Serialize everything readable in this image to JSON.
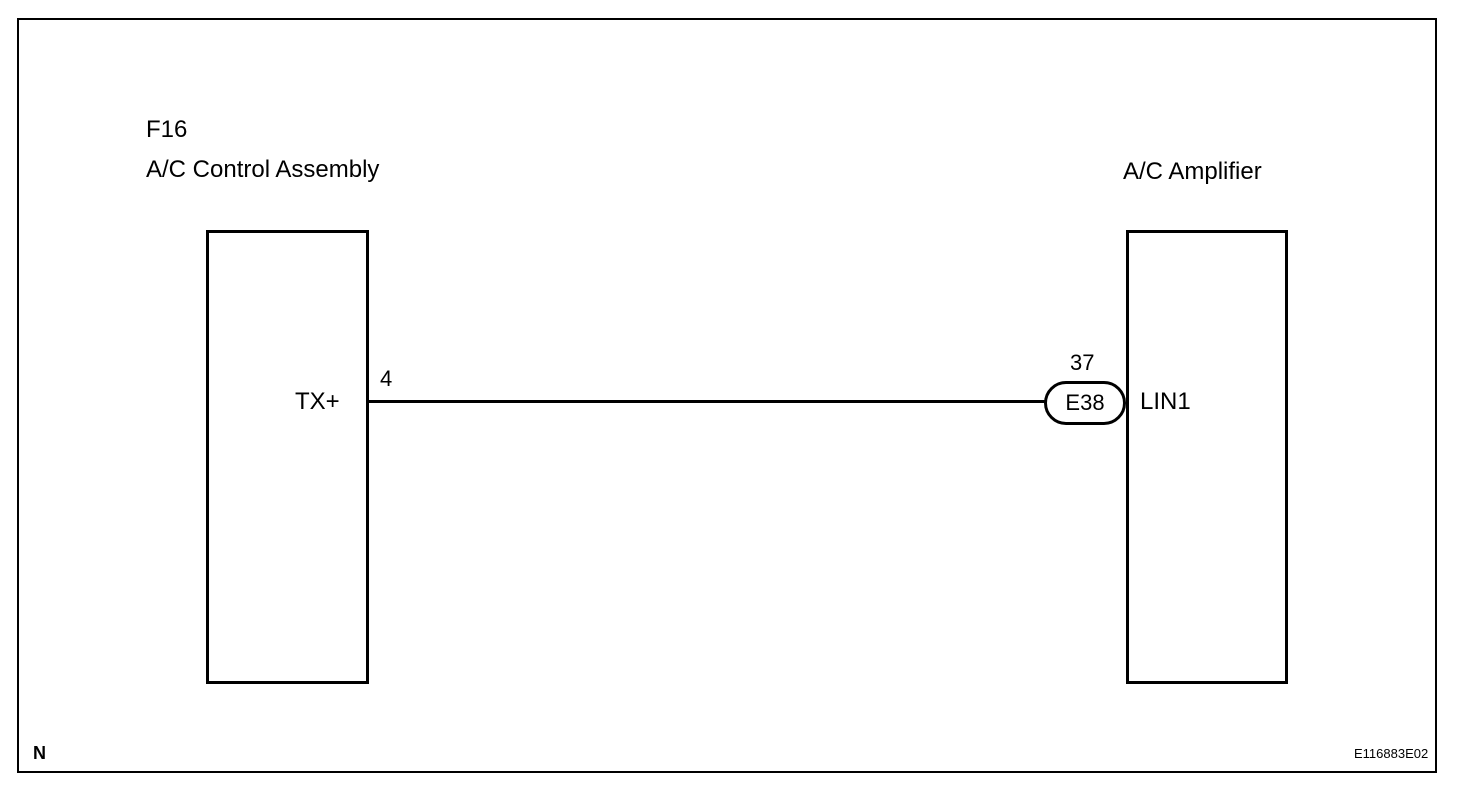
{
  "left_component": {
    "connector_id": "F16",
    "name": "A/C Control Assembly",
    "terminal_name": "TX+",
    "pin_number": "4"
  },
  "right_component": {
    "name": "A/C Amplifier",
    "terminal_name": "LIN1",
    "pin_number": "37",
    "connector_id": "E38"
  },
  "footer": {
    "view_marker": "N",
    "figure_code": "E116883E02"
  }
}
